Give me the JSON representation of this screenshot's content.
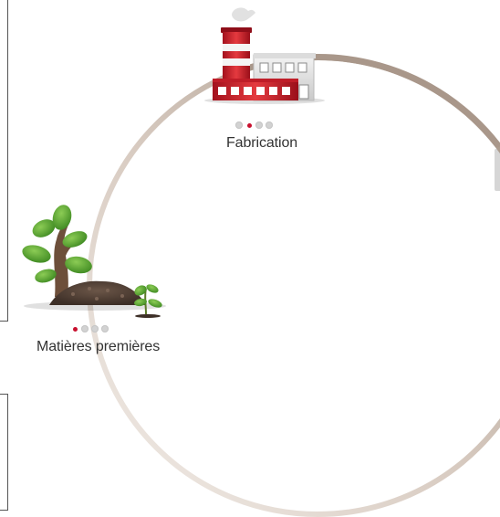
{
  "cycle": {
    "stages": [
      {
        "id": "fabrication",
        "label": "Fabrication",
        "active_dot": 1,
        "dot_count": 4,
        "illustration": "factory-icon"
      },
      {
        "id": "raw-materials",
        "label": "Matières premières",
        "active_dot": 0,
        "dot_count": 4,
        "illustration": "tree-and-soil-icon"
      }
    ],
    "ring_color": "#b1a193",
    "accent_color": "#c8102e"
  }
}
